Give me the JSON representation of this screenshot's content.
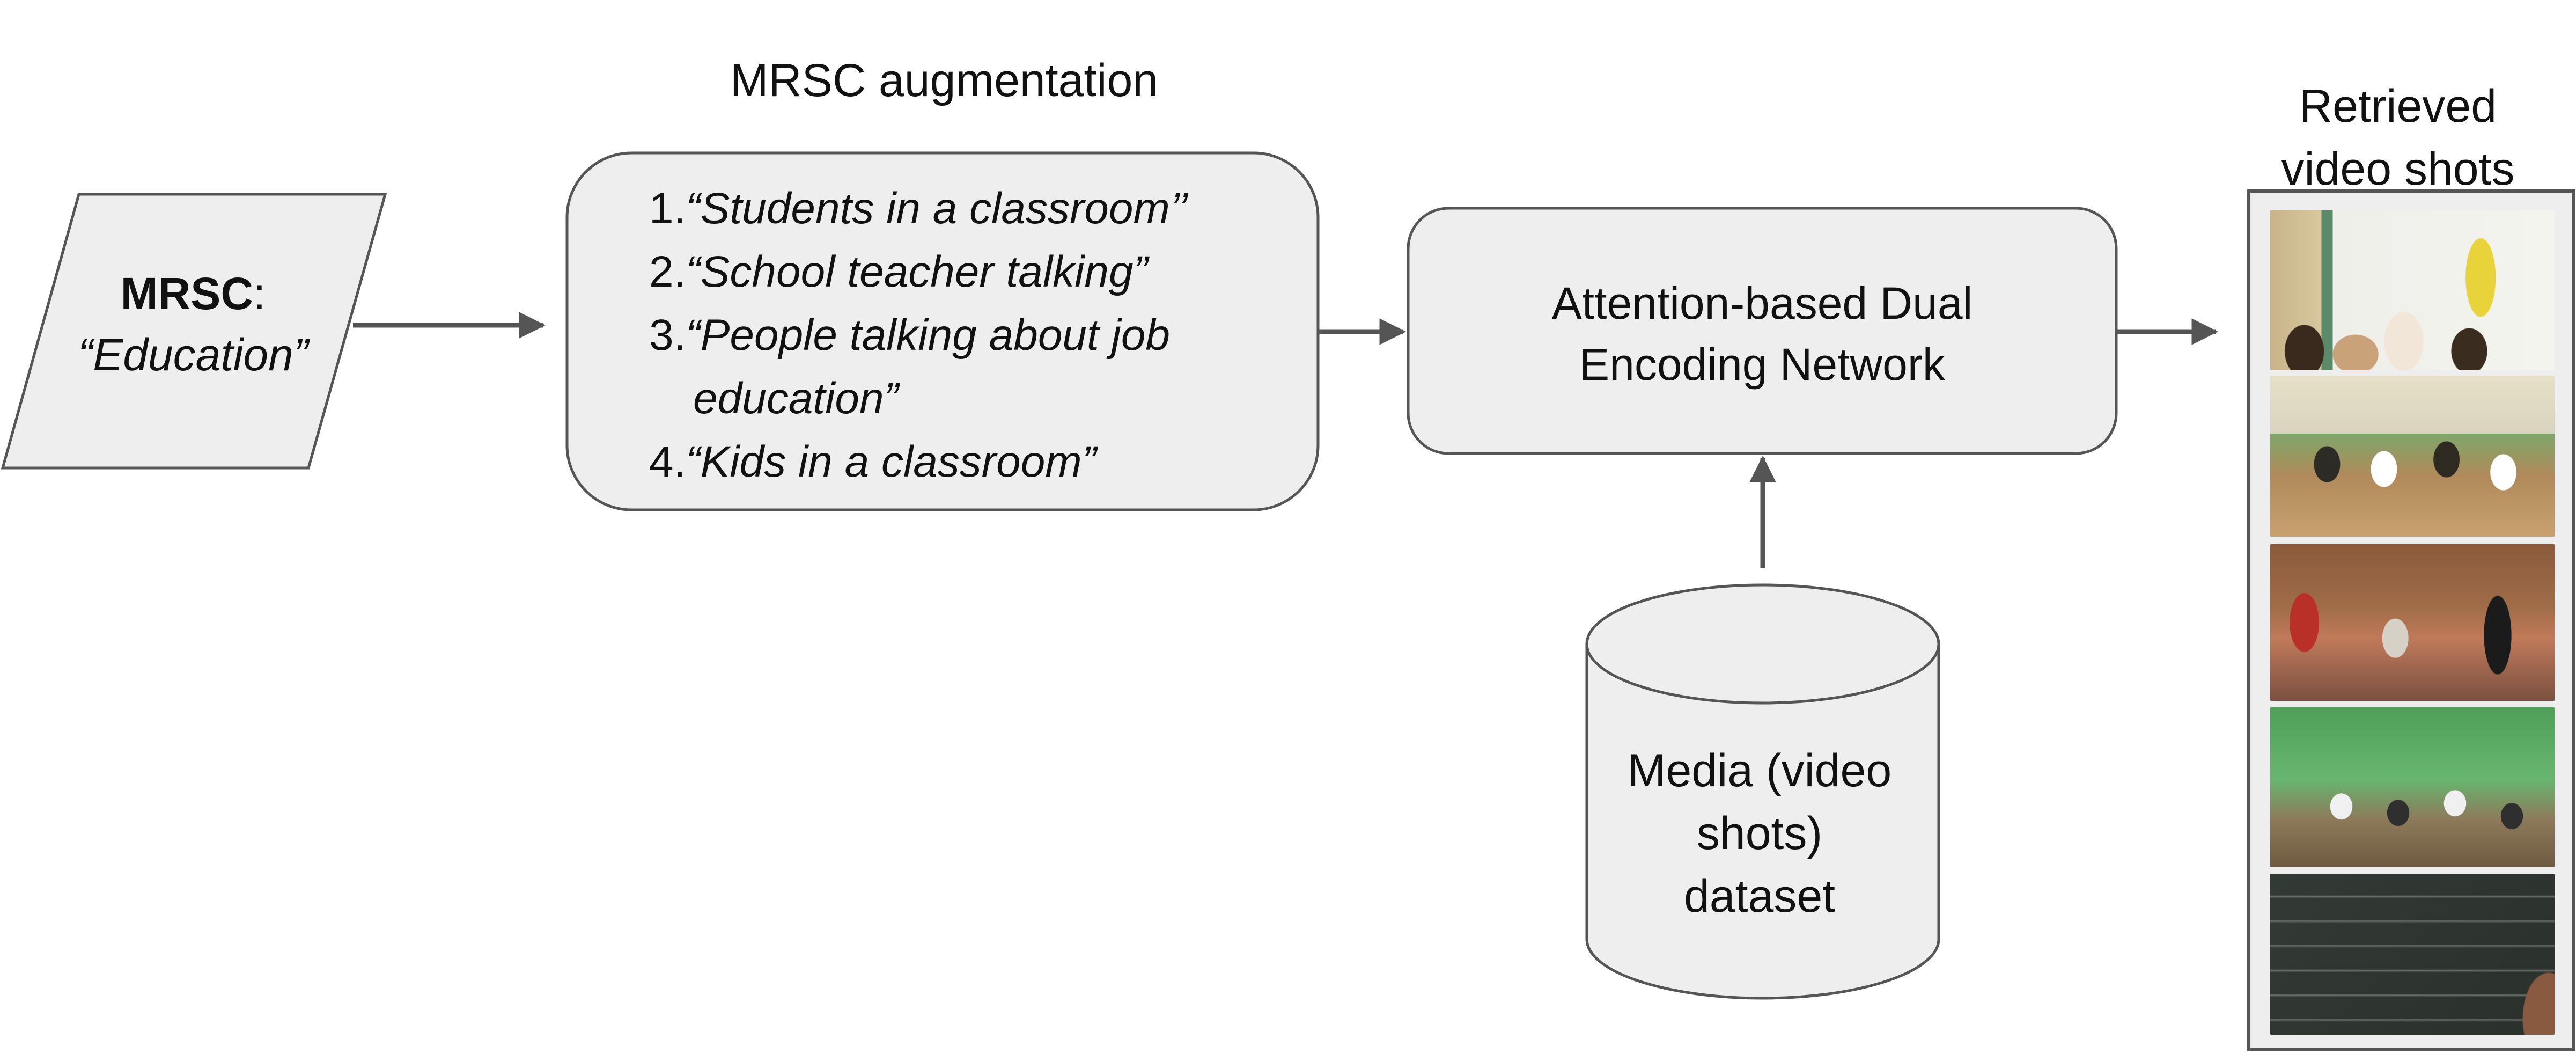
{
  "input": {
    "keyword": "MRSC",
    "colon": ":",
    "value": "“Education”"
  },
  "augmentation": {
    "title": "MRSC augmentation",
    "items": [
      {
        "num": "1.",
        "text": "“Students in a classroom’’",
        "cont": ""
      },
      {
        "num": "2.",
        "text": "“School teacher talking”",
        "cont": ""
      },
      {
        "num": "3.",
        "text": "“People talking about job",
        "cont": "education”"
      },
      {
        "num": "4.",
        "text": "“Kids in a classroom”",
        "cont": ""
      }
    ]
  },
  "network": {
    "line1": "Attention-based Dual",
    "line2": "Encoding Network"
  },
  "dataset": {
    "line1": "Media (video",
    "line2": "shots)",
    "line3": "dataset"
  },
  "results": {
    "title_line1": "Retrieved",
    "title_line2": "video shots"
  },
  "colors": {
    "shape_fill": "#eeeeee",
    "stroke": "#555555",
    "arrow": "#555555"
  }
}
